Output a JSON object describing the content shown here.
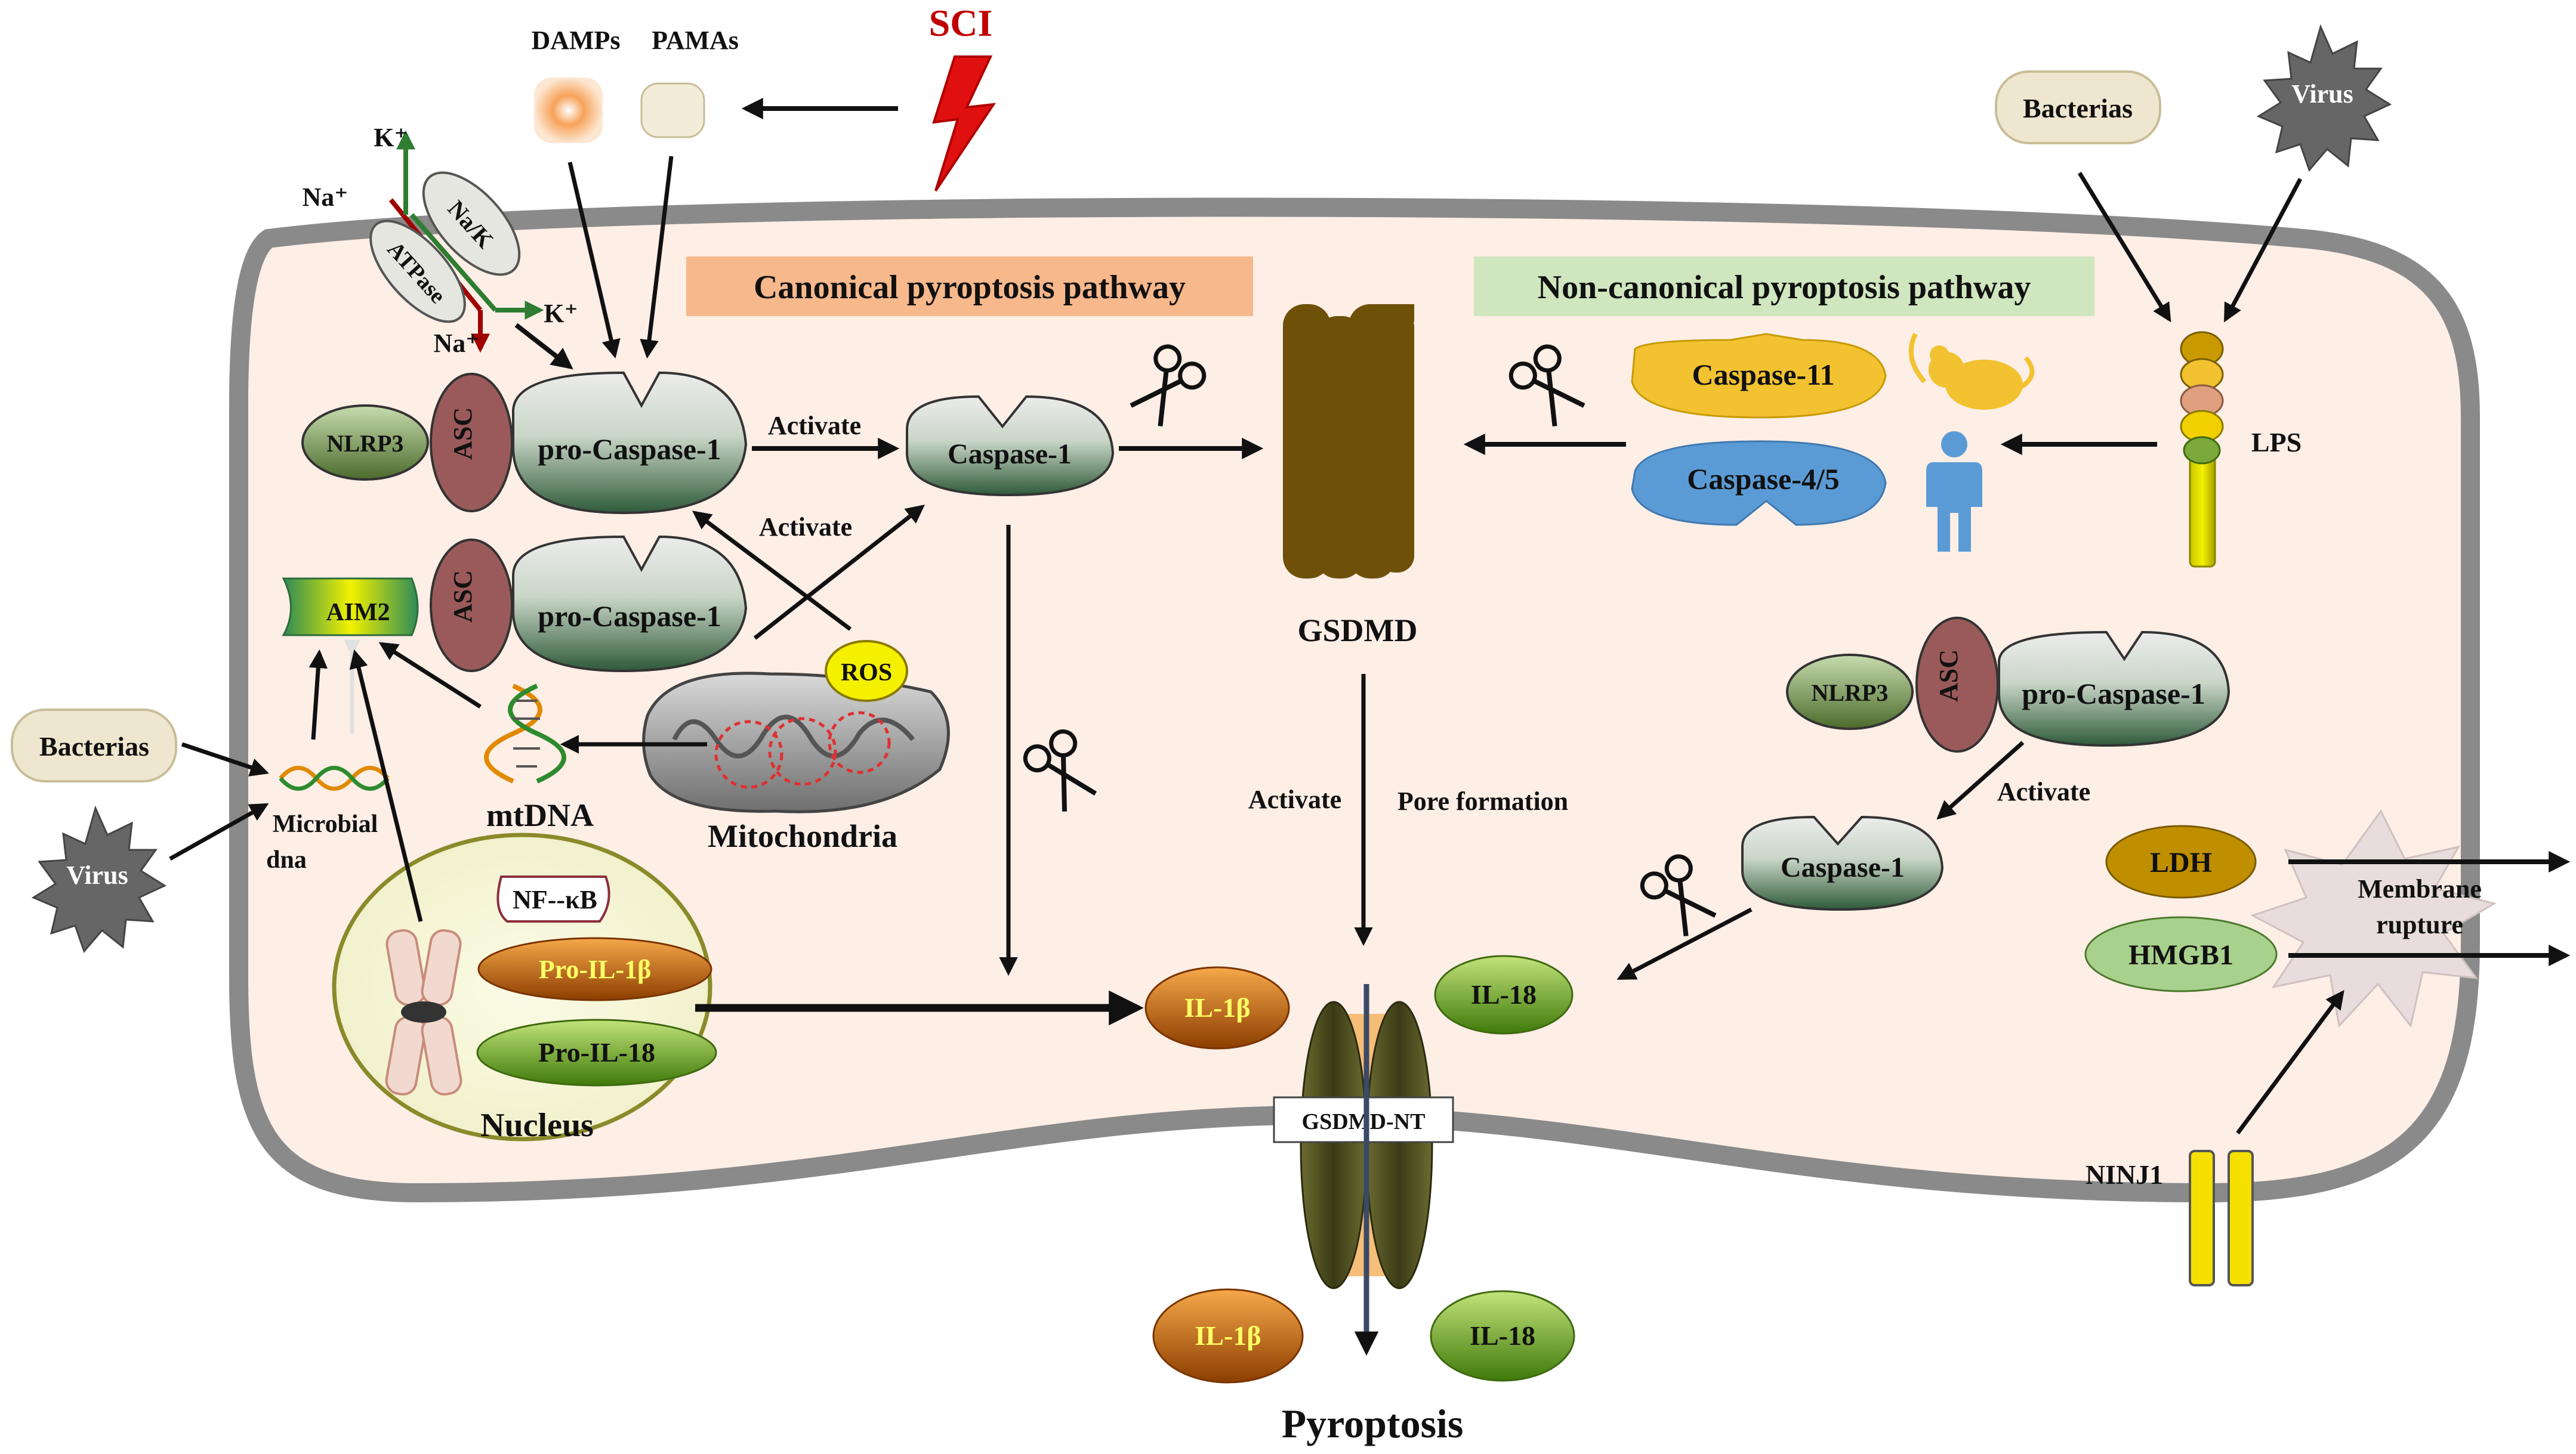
{
  "triggers": {
    "sci": "SCI",
    "damps": "DAMPs",
    "pamas": "PAMAs",
    "bacterias_top": "Bacterias",
    "virus_top": "Virus",
    "bacterias_left": "Bacterias",
    "virus_left": "Virus"
  },
  "ions": {
    "k_top": "K⁺",
    "na_left": "Na⁺",
    "k_right": "K⁺",
    "na_bottom": "Na⁺",
    "pump_top": "Na/K",
    "pump_bottom": "ATPase"
  },
  "pathways": {
    "canonical": "Canonical pyroptosis pathway",
    "noncanonical": "Non-canonical pyroptosis pathway"
  },
  "canonical": {
    "nlrp3": "NLRP3",
    "asc1": "ASC",
    "pro_casp1_a": "pro-Caspase-1",
    "activate_1": "Activate",
    "caspase1": "Caspase-1",
    "activate_2": "Activate",
    "aim2": "AIM2",
    "asc2": "ASC",
    "pro_casp1_b": "pro-Caspase-1",
    "ros": "ROS",
    "mitochondria": "Mitochondria",
    "mtdna": "mtDNA",
    "microbial": "Microbial",
    "dna": "dna"
  },
  "nucleus": {
    "label": "Nucleus",
    "nfkb": "NF--κB",
    "pro_il1b": "Pro-IL-1β",
    "pro_il18": "Pro-IL-18"
  },
  "noncanonical": {
    "caspase11": "Caspase-11",
    "caspase45": "Caspase-4/5",
    "lps": "LPS",
    "nlrp3": "NLRP3",
    "asc": "ASC",
    "pro_casp1": "pro-Caspase-1",
    "activate": "Activate",
    "caspase1": "Caspase-1"
  },
  "gsdmd": {
    "label": "GSDMD",
    "activate": "Activate",
    "pore": "Pore formation",
    "nt": "GSDMD-NT"
  },
  "cytokines": {
    "il1b_in": "IL-1β",
    "il18_in": "IL-18",
    "il1b_out": "IL-1β",
    "il18_out": "IL-18"
  },
  "rupture": {
    "ldh": "LDH",
    "hmgb1": "HMGB1",
    "membrane": "Membrane",
    "rupture": "rupture",
    "ninj1": "NINJ1"
  },
  "outcome": "Pyroptosis",
  "colors": {
    "cell_fill": "#fdeee6",
    "membrane": "#8a8a8a",
    "canonical_box": "#f7b88c",
    "noncanonical_box": "#cfe6bf",
    "sci_red": "#c00000",
    "gsdmd_brown": "#6e5008",
    "caspase11_yellow": "#f2c230",
    "caspase45_blue": "#5b9bd5",
    "human_blue": "#5b9bd5",
    "asc_maroon": "#9b5a5a",
    "il1b_orange": "#e3820e",
    "il18_green": "#7cc02a",
    "ldh_gold": "#bf8f00",
    "hmgb1_green": "#a9d18e",
    "ninj1_yellow": "#f5e000"
  },
  "icons": [
    "lightning-icon",
    "scissors-icon",
    "mouse-icon",
    "human-icon",
    "dna-icon",
    "chromosome-icon",
    "mitochondria-icon",
    "starburst-icon"
  ]
}
